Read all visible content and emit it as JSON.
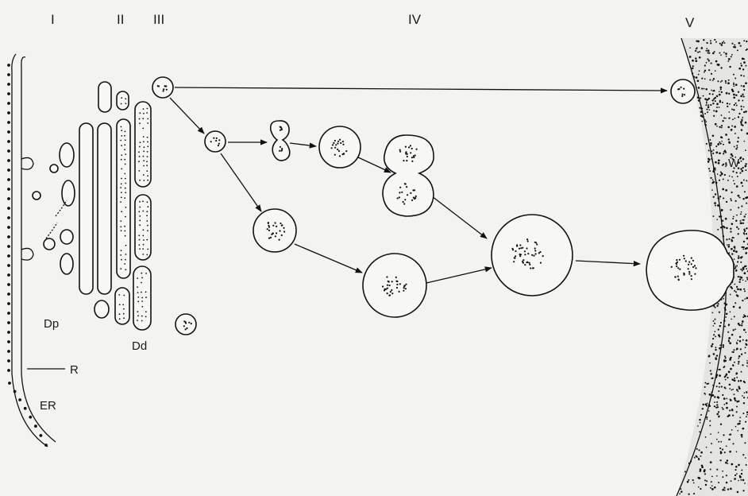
{
  "stage_labels": [
    "I",
    "II",
    "III",
    "IV",
    "V"
  ],
  "structure_labels": {
    "dp": "Dp",
    "dd": "Dd",
    "r": "R",
    "er": "ER",
    "w": "W"
  }
}
